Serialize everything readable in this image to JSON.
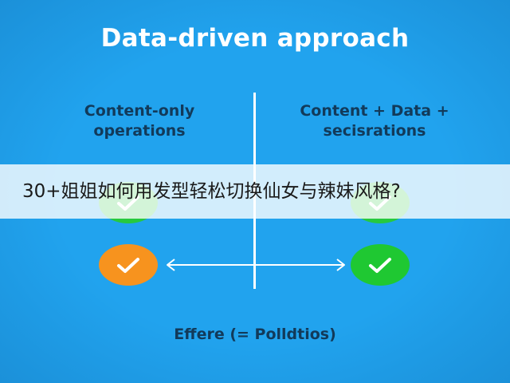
{
  "title": "Data-driven approach",
  "columns": {
    "left_header": [
      "Content-only",
      "operations"
    ],
    "right_header": [
      "Content + Data +",
      "secisrations"
    ]
  },
  "footer": "Effere (= Polldtios)",
  "banner": "30+姐姐如何用发型轻松切换仙女与辣妹风格?",
  "icons": {
    "check": "checkmark-icon",
    "arrow": "double-headed-arrow-icon"
  },
  "colors": {
    "background": "#21a3ee",
    "green": "#27c93f",
    "orange": "#f7931e",
    "header_text": "#123a5a"
  }
}
